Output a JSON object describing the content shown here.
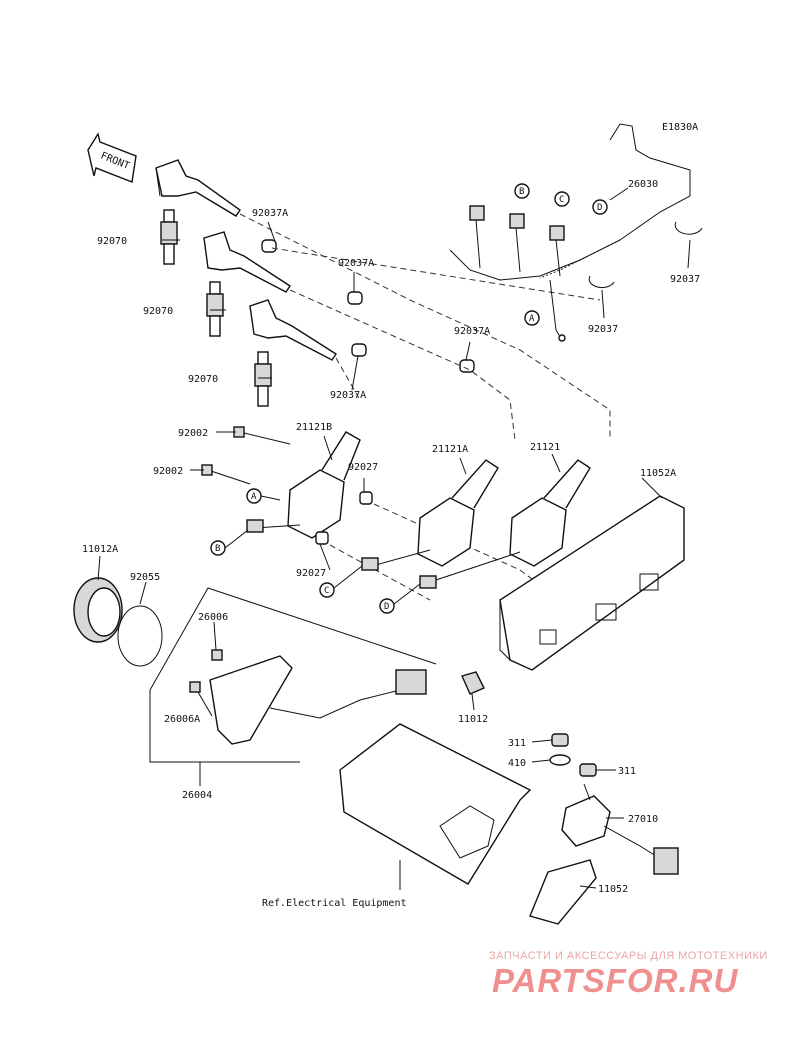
{
  "diagram": {
    "code": "E1830A",
    "front_label": "FRONT",
    "ref_note": "Ref.Electrical Equipment",
    "parts": {
      "p92070a": "92070",
      "p92070b": "92070",
      "p92070c": "92070",
      "p92037a1": "92037A",
      "p92037a2": "92037A",
      "p92037a3": "92037A",
      "p92037a4": "92037A",
      "p92002a": "92002",
      "p92002b": "92002",
      "p21121b": "21121B",
      "p21121a": "21121A",
      "p21121": "21121",
      "p92027a": "92027",
      "p92027b": "92027",
      "p26030": "26030",
      "p92037a": "92037",
      "p92037b": "92037",
      "p11052a": "11052A",
      "p11012a": "11012A",
      "p92055": "92055",
      "p26006": "26006",
      "p26006a": "26006A",
      "p26004": "26004",
      "p11012": "11012",
      "p311a": "311",
      "p410": "410",
      "p311b": "311",
      "p27010": "27010",
      "p11052": "11052"
    },
    "callouts": {
      "a1": "A",
      "b1": "B",
      "c1": "C",
      "d1": "D",
      "a2": "A",
      "b2": "B",
      "c2": "C",
      "d2": "D"
    }
  },
  "watermark": {
    "subtitle": "ЗАПЧАСТИ И АКСЕССУАРЫ ДЛЯ МОТОТЕХНИКИ",
    "logo": "PARTSFOR.RU"
  }
}
